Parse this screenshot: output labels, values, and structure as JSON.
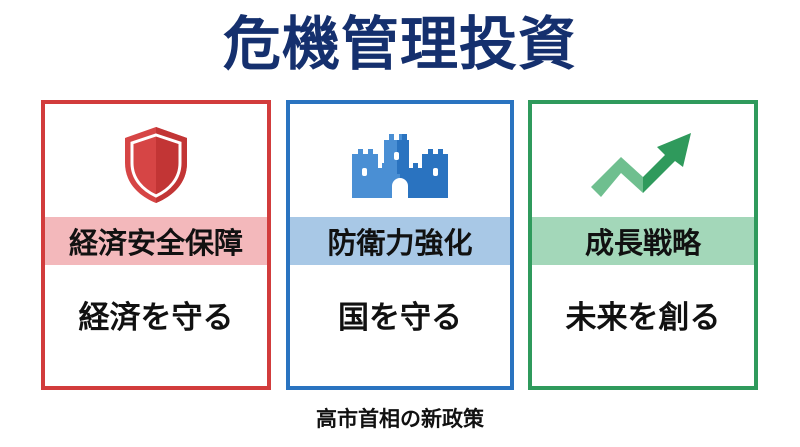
{
  "title": "危機管理投資",
  "cards": [
    {
      "icon": "shield-icon",
      "heading": "経済安全保障",
      "subtitle": "経済を守る",
      "color": "#d23c3c",
      "band_color": "#f3b8bb"
    },
    {
      "icon": "castle-icon",
      "heading": "防衛力強化",
      "subtitle": "国を守る",
      "color": "#2a73c0",
      "band_color": "#a8c8e6"
    },
    {
      "icon": "growth-arrow-icon",
      "heading": "成長戦略",
      "subtitle": "未来を創る",
      "color": "#2f9a5c",
      "band_color": "#a3d7b9"
    }
  ],
  "footer": "高市首相の新政策",
  "colors": {
    "title": "#15306e"
  }
}
